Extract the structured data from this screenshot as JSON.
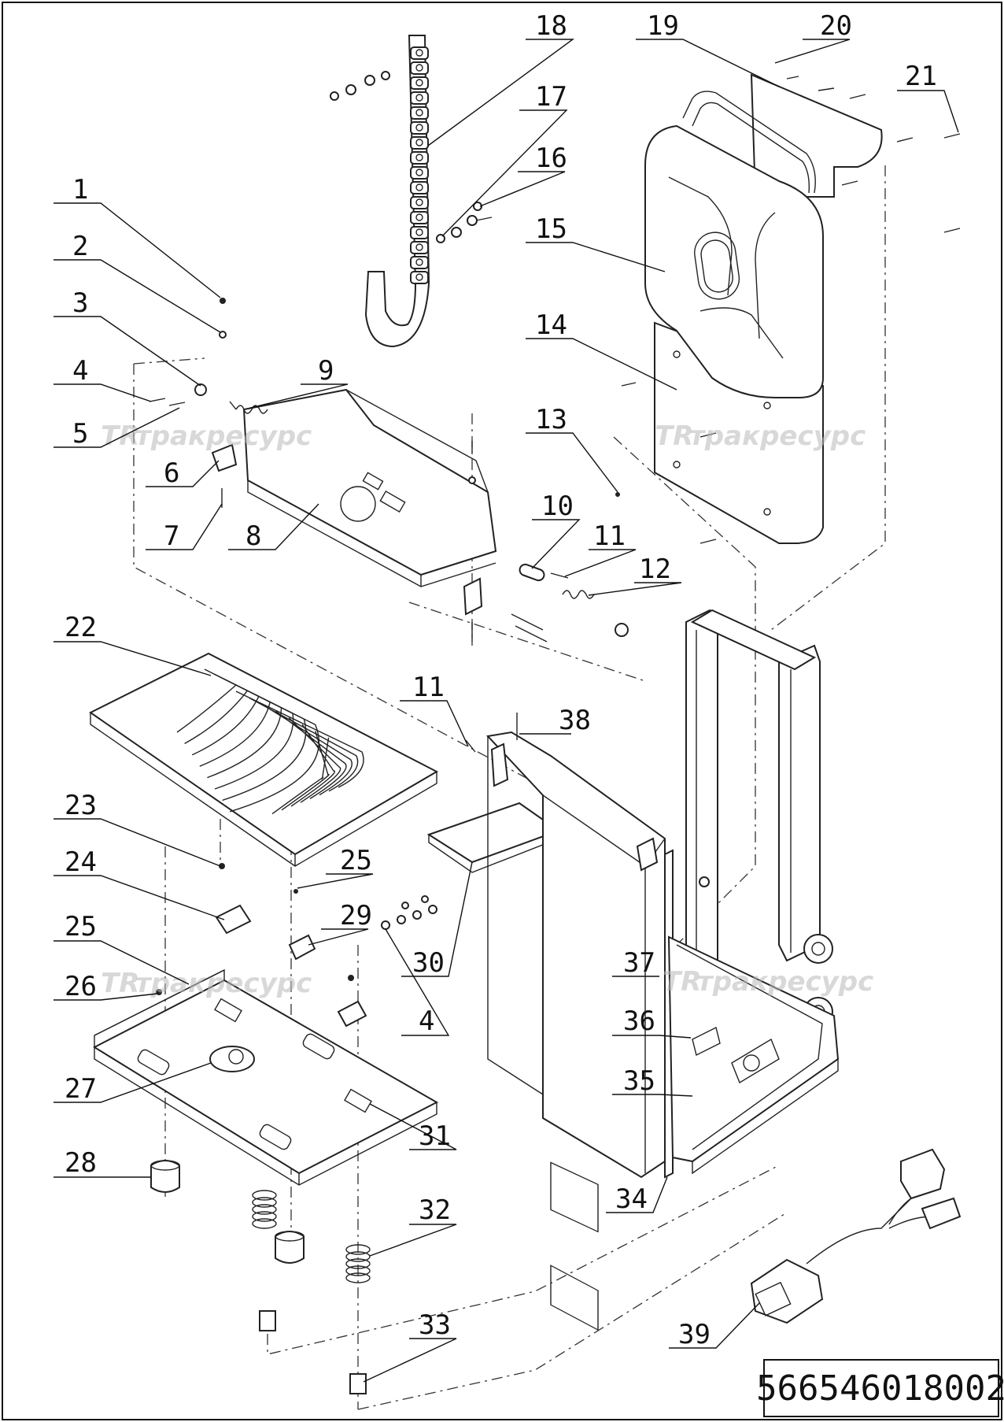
{
  "callouts": [
    {
      "id": "c1",
      "text": "1"
    },
    {
      "id": "c2",
      "text": "2"
    },
    {
      "id": "c3",
      "text": "3"
    },
    {
      "id": "c4",
      "text": "4"
    },
    {
      "id": "c5",
      "text": "5"
    },
    {
      "id": "c6",
      "text": "6"
    },
    {
      "id": "c7",
      "text": "7"
    },
    {
      "id": "c8",
      "text": "8"
    },
    {
      "id": "c9",
      "text": "9"
    },
    {
      "id": "c10",
      "text": "10"
    },
    {
      "id": "c11",
      "text": "11"
    },
    {
      "id": "c12",
      "text": "12"
    },
    {
      "id": "c13",
      "text": "13"
    },
    {
      "id": "c14",
      "text": "14"
    },
    {
      "id": "c15",
      "text": "15"
    },
    {
      "id": "c16",
      "text": "16"
    },
    {
      "id": "c17",
      "text": "17"
    },
    {
      "id": "c18",
      "text": "18"
    },
    {
      "id": "c19",
      "text": "19"
    },
    {
      "id": "c20",
      "text": "20"
    },
    {
      "id": "c21",
      "text": "21"
    },
    {
      "id": "c22",
      "text": "22"
    },
    {
      "id": "c11b",
      "text": "11"
    },
    {
      "id": "c38",
      "text": "38"
    },
    {
      "id": "c23",
      "text": "23"
    },
    {
      "id": "c24",
      "text": "24"
    },
    {
      "id": "c25",
      "text": "25"
    },
    {
      "id": "c25b",
      "text": "25"
    },
    {
      "id": "c29",
      "text": "29"
    },
    {
      "id": "c26",
      "text": "26"
    },
    {
      "id": "c4b",
      "text": "4"
    },
    {
      "id": "c30",
      "text": "30"
    },
    {
      "id": "c37",
      "text": "37"
    },
    {
      "id": "c36",
      "text": "36"
    },
    {
      "id": "c27",
      "text": "27"
    },
    {
      "id": "c35",
      "text": "35"
    },
    {
      "id": "c31",
      "text": "31"
    },
    {
      "id": "c28",
      "text": "28"
    },
    {
      "id": "c32",
      "text": "32"
    },
    {
      "id": "c34",
      "text": "34"
    },
    {
      "id": "c33",
      "text": "33"
    },
    {
      "id": "c39",
      "text": "39"
    }
  ],
  "watermark": {
    "logo_mark": "TR",
    "text": "тракресурс"
  },
  "document_number": "566546018002"
}
